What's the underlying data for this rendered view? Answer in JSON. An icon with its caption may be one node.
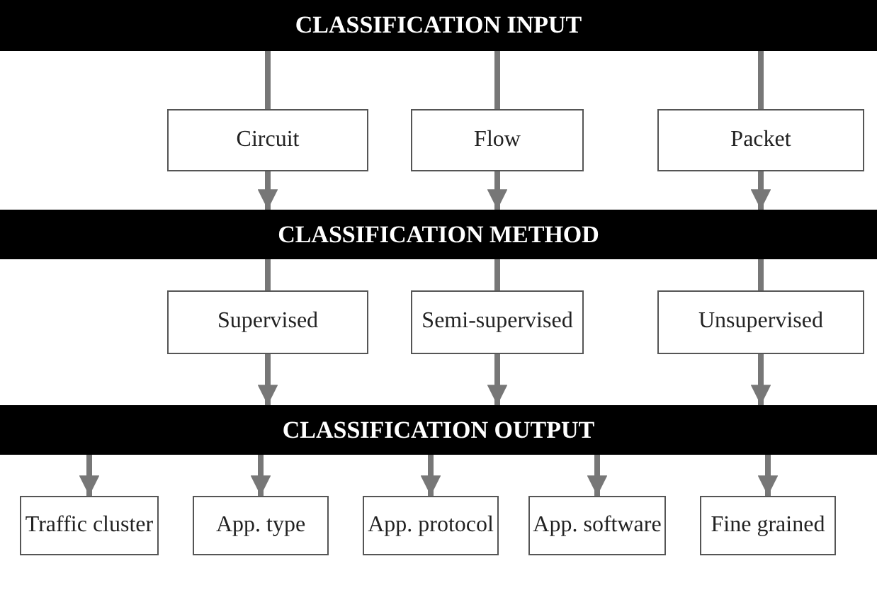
{
  "diagram": {
    "nodes": [
      {
        "text": [
          "CLASSIFICATION INPUT"
        ]
      },
      {
        "text": [
          "Circuit"
        ]
      },
      {
        "text": [
          "Flow"
        ]
      },
      {
        "text": [
          "Packet"
        ]
      },
      {
        "text": [
          "CLASSIFICATION METHOD"
        ]
      },
      {
        "text": [
          "Supervised"
        ]
      },
      {
        "text": [
          "Semi-supervised"
        ]
      },
      {
        "text": [
          "Unsupervised"
        ]
      },
      {
        "text": [
          "CLASSIFICATION OUTPUT"
        ]
      },
      {
        "text": [
          "Traffic cluster"
        ]
      },
      {
        "text": [
          "App. type"
        ]
      },
      {
        "text": [
          "App. protocol"
        ]
      },
      {
        "text": [
          "App. software"
        ]
      },
      {
        "text": [
          "Fine grained"
        ]
      }
    ],
    "edges": [
      {
        "from": 0,
        "to": 1,
        "arrow": "none"
      },
      {
        "from": 0,
        "to": 2,
        "arrow": "none"
      },
      {
        "from": 0,
        "to": 3,
        "arrow": "none"
      },
      {
        "from": 1,
        "to": 4,
        "arrow": "to"
      },
      {
        "from": 2,
        "to": 4,
        "arrow": "to"
      },
      {
        "from": 3,
        "to": 4,
        "arrow": "to"
      },
      {
        "from": 4,
        "to": 5,
        "arrow": "none"
      },
      {
        "from": 4,
        "to": 6,
        "arrow": "none"
      },
      {
        "from": 4,
        "to": 7,
        "arrow": "none"
      },
      {
        "from": 5,
        "to": 8,
        "arrow": "to"
      },
      {
        "from": 6,
        "to": 8,
        "arrow": "to"
      },
      {
        "from": 7,
        "to": 8,
        "arrow": "to"
      },
      {
        "from": 8,
        "to": 9,
        "arrow": "to"
      },
      {
        "from": 8,
        "to": 10,
        "arrow": "to"
      },
      {
        "from": 8,
        "to": 11,
        "arrow": "to"
      },
      {
        "from": 8,
        "to": 12,
        "arrow": "to"
      },
      {
        "from": 8,
        "to": 13,
        "arrow": "to"
      }
    ]
  }
}
